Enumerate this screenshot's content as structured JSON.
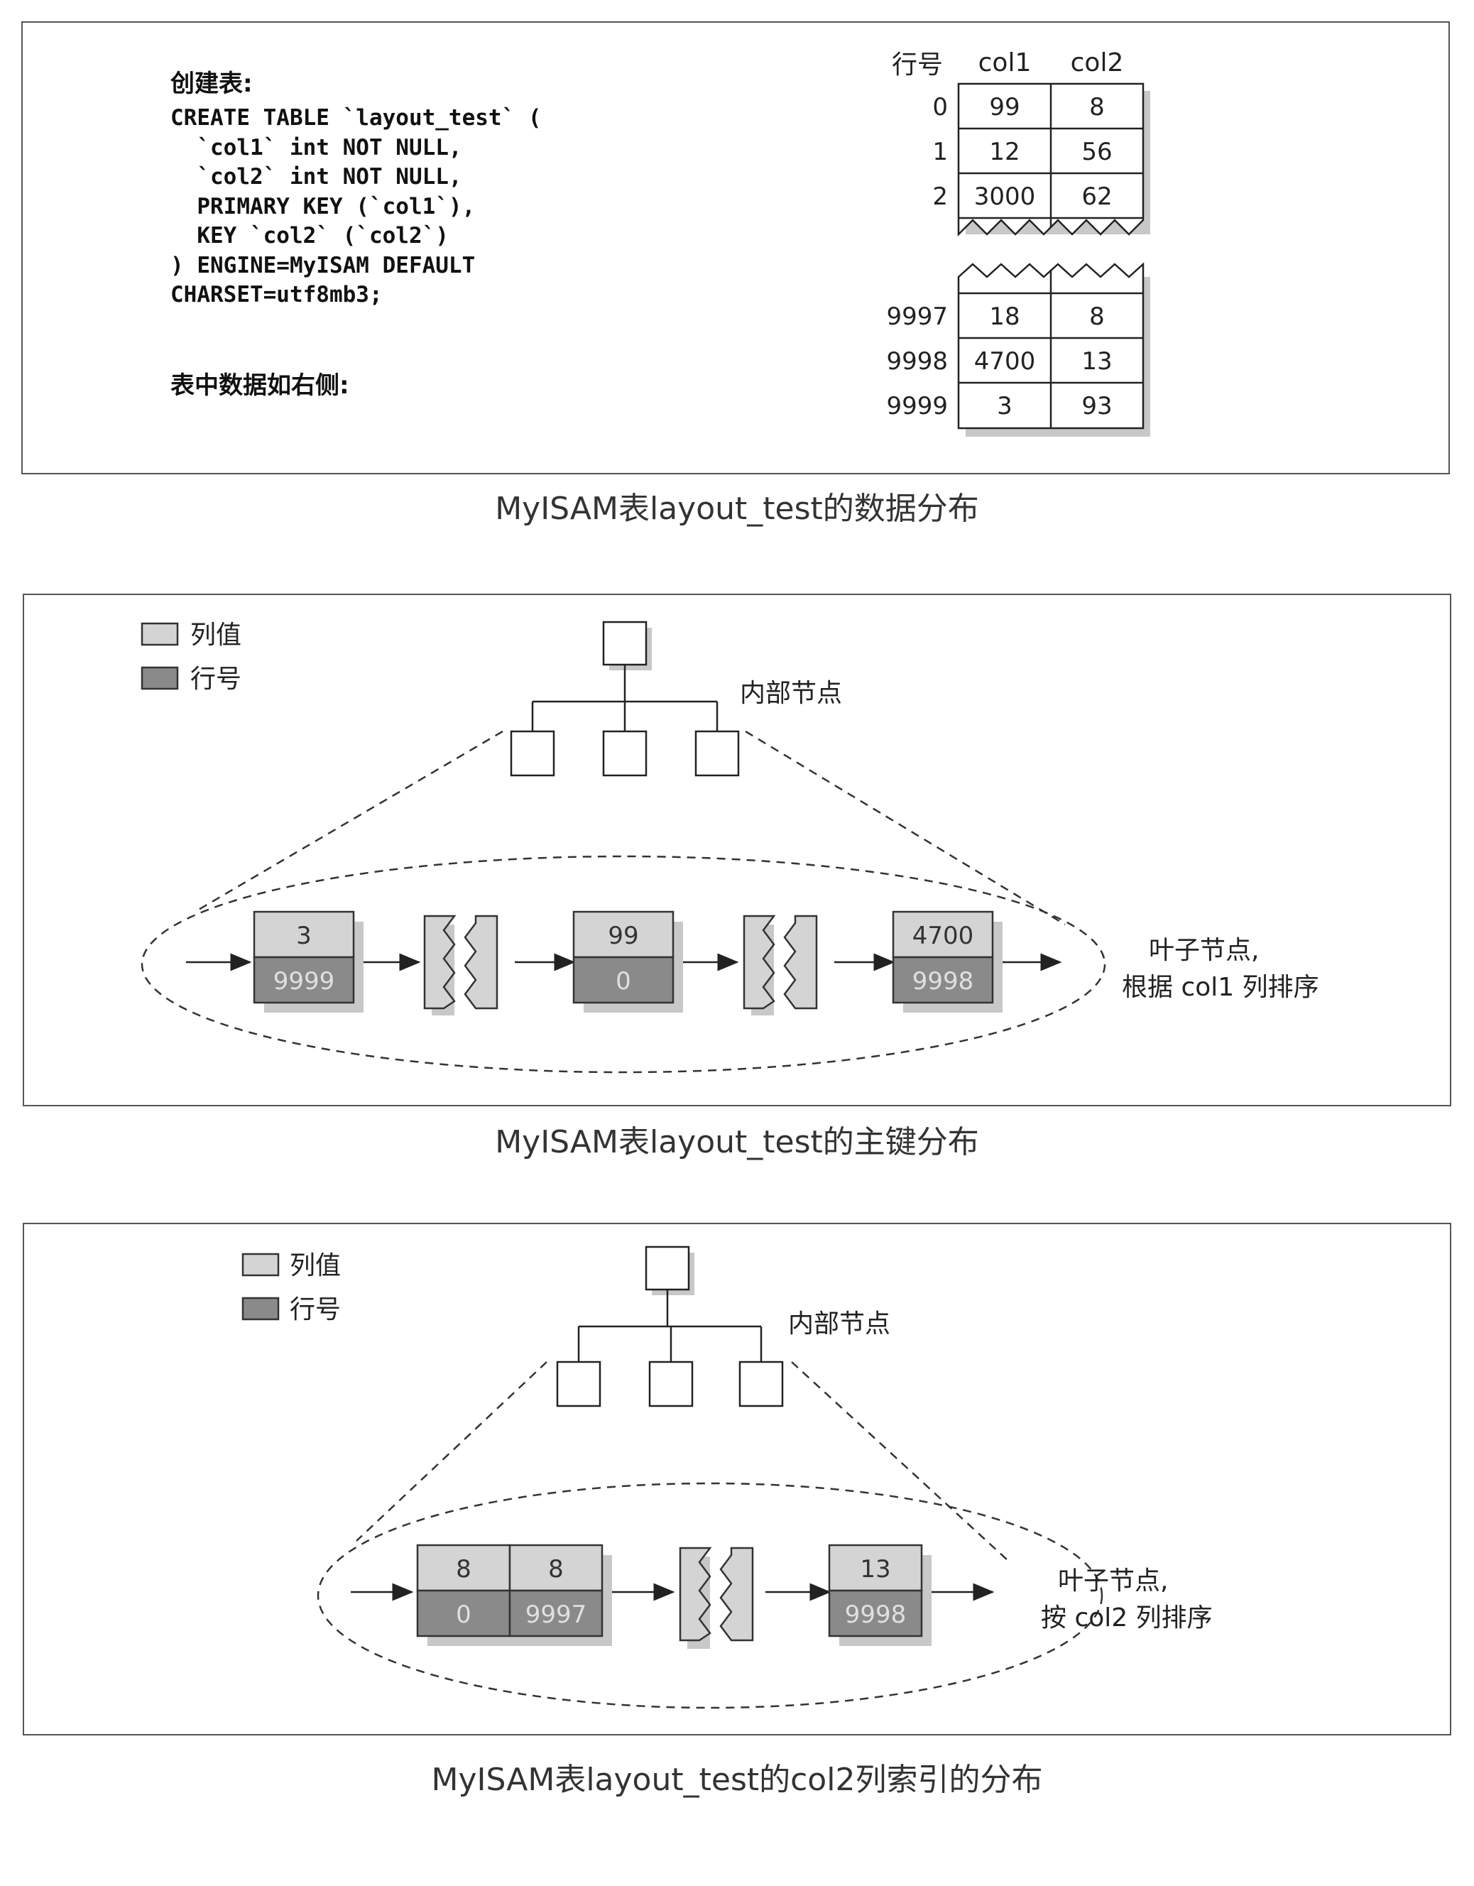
{
  "section1": {
    "create_heading": "创建表:",
    "code_lines": [
      "CREATE TABLE `layout_test` (",
      "  `col1` int NOT NULL,",
      "  `col2` int NOT NULL,",
      "  PRIMARY KEY (`col1`),",
      "  KEY `col2` (`col2`)",
      ") ENGINE=MyISAM DEFAULT",
      "CHARSET=utf8mb3;"
    ],
    "data_heading": "表中数据如右侧:",
    "table": {
      "headers": [
        "行号",
        "col1",
        "col2"
      ],
      "top_rows": [
        {
          "row": "0",
          "col1": "99",
          "col2": "8"
        },
        {
          "row": "1",
          "col1": "12",
          "col2": "56"
        },
        {
          "row": "2",
          "col1": "3000",
          "col2": "62"
        }
      ],
      "bottom_rows": [
        {
          "row": "9997",
          "col1": "18",
          "col2": "8"
        },
        {
          "row": "9998",
          "col1": "4700",
          "col2": "13"
        },
        {
          "row": "9999",
          "col1": "3",
          "col2": "93"
        }
      ]
    },
    "caption": "MyISAM表layout_test的数据分布"
  },
  "section2": {
    "legend": {
      "value_label": "列值",
      "row_label": "行号"
    },
    "internal_label": "内部节点",
    "leaf_label_line1": "叶子节点,",
    "leaf_label_line2": "根据 col1 列排序",
    "leaves": [
      {
        "value": "3",
        "row": "9999"
      },
      {
        "value": "99",
        "row": "0"
      },
      {
        "value": "4700",
        "row": "9998"
      }
    ],
    "caption": "MyISAM表layout_test的主键分布"
  },
  "section3": {
    "legend": {
      "value_label": "列值",
      "row_label": "行号"
    },
    "internal_label": "内部节点",
    "leaf_label_line1": "叶子节点,",
    "leaf_label_line2": "按 col2 列排序",
    "leaves": [
      {
        "value": "8",
        "row": "0"
      },
      {
        "value": "8",
        "row": "9997"
      },
      {
        "value": "13",
        "row": "9998"
      }
    ],
    "caption": "MyISAM表layout_test的col2列索引的分布"
  },
  "colors": {
    "value_cell": "#d4d4d4",
    "row_cell": "#8a8a8a",
    "border": "#333333",
    "shadow": "#c8c8c8"
  }
}
